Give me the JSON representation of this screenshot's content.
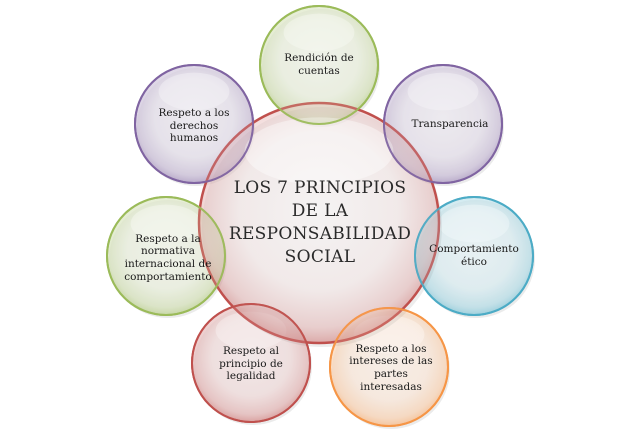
{
  "diagram": {
    "center": {
      "title": "LOS 7 PRINCIPIOS DE LA RESPONSABILIDAD SOCIAL",
      "color": "#c0504d"
    },
    "principles": [
      {
        "label": "Rendición de cuentas",
        "color": "#9bbb59"
      },
      {
        "label": "Transparencia",
        "color": "#8064a2"
      },
      {
        "label": "Comportamiento ético",
        "color": "#4bacc6"
      },
      {
        "label": "Respeto a los intereses de las partes interesadas",
        "color": "#f79646"
      },
      {
        "label": "Respeto al principio de legalidad",
        "color": "#c0504d"
      },
      {
        "label": "Respeto a la normativa internacional de comportamiento",
        "color": "#9bbb59"
      },
      {
        "label": "Respeto a los derechos humanos",
        "color": "#8064a2"
      }
    ]
  }
}
